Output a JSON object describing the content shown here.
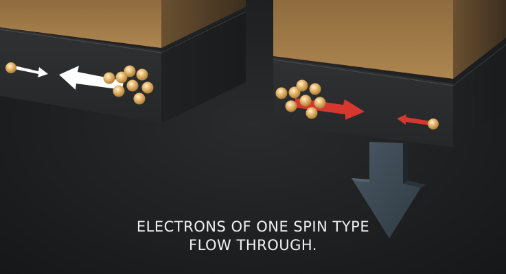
{
  "caption": {
    "line1": "ELECTRONS OF ONE SPIN TYPE",
    "line2": "FLOW THROUGH."
  },
  "colors": {
    "background": "#1c1d1e",
    "gold_layer": "#a37c4a",
    "dark_layer": "#2b2c2d",
    "electron": "#e2b56a",
    "blocked_arrow": "#ffffff",
    "passing_arrow": "#d6382f",
    "current_arrow": "#3d4a55"
  },
  "left_stack": {
    "state": "blocked",
    "arrows": [
      "right-arrow-small",
      "left-arrow-large"
    ],
    "electron_cluster_count": 8,
    "single_electron_count": 1
  },
  "right_stack": {
    "state": "passing",
    "arrows": [
      "right-arrow-large",
      "left-arrow-small"
    ],
    "electron_cluster_count": 8,
    "single_electron_count": 1
  },
  "down_arrow": {
    "icon": "down-arrow-icon"
  }
}
